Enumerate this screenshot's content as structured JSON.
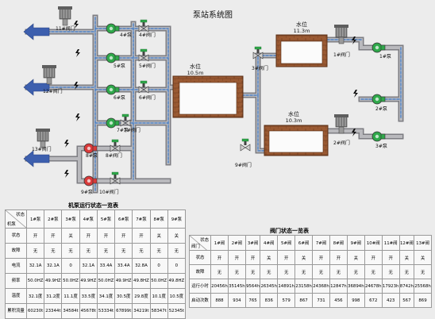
{
  "title": "泵站系统图",
  "tanks": [
    {
      "id": "left",
      "level_label": "水位",
      "level_value": "10.5m"
    },
    {
      "id": "top_right",
      "level_label": "水位",
      "level_value": "11.3m"
    },
    {
      "id": "bottom_right",
      "level_label": "水位",
      "level_value": "10.3m"
    }
  ],
  "pumps": [
    {
      "label": "4#泵",
      "running": true
    },
    {
      "label": "5#泵",
      "running": true
    },
    {
      "label": "6#泵",
      "running": true
    },
    {
      "label": "7#泵",
      "running": true
    },
    {
      "label": "8#泵",
      "running": false
    },
    {
      "label": "9#泵",
      "running": false
    },
    {
      "label": "1#泵",
      "running": true
    },
    {
      "label": "2#泵",
      "running": true
    },
    {
      "label": "3#泵",
      "running": true
    }
  ],
  "valves": [
    "11#阀门",
    "4#阀门",
    "5#阀门",
    "12#阀门",
    "6#阀门",
    "7#阀门",
    "13#阀门",
    "8#阀门",
    "10#阀门",
    "1#阀门",
    "2#阀门",
    "3#阀门",
    "9#阀门"
  ],
  "pump_table": {
    "title": "机泵运行状态一览表",
    "corner_top": "状态",
    "corner_bottom": "机泵",
    "columns": [
      "1#泵",
      "2#泵",
      "3#泵",
      "4#泵",
      "5#泵",
      "6#泵",
      "7#泵",
      "8#泵",
      "9#泵"
    ],
    "rows": [
      {
        "label": "状态",
        "values": [
          "开",
          "开",
          "关",
          "开",
          "开",
          "开",
          "开",
          "关",
          "关"
        ]
      },
      {
        "label": "故障",
        "values": [
          "无",
          "无",
          "无",
          "无",
          "无",
          "无",
          "无",
          "无",
          "无"
        ]
      },
      {
        "label": "电流",
        "values": [
          "32.1A",
          "32.1A",
          "0",
          "32.1A",
          "33.4A",
          "33.4A",
          "32.8A",
          "0",
          "0"
        ]
      },
      {
        "label": "频率",
        "values": [
          "50.0HZ",
          "49.9HZ",
          "50.0HZ",
          "49.9HZ",
          "50.0HZ",
          "49.9HZ",
          "49.8HZ",
          "50.0HZ",
          "49.8HZ"
        ]
      },
      {
        "label": "温度",
        "values": [
          "32.1度",
          "31.2度",
          "11.1度",
          "33.5度",
          "34.1度",
          "30.5度",
          "29.8度",
          "10.1度",
          "10.5度"
        ]
      },
      {
        "label": "累积流量",
        "values": [
          "60230t",
          "23344t",
          "34584t",
          "45678t",
          "53334t",
          "67899t",
          "34219t",
          "58347t",
          "52345t"
        ]
      }
    ]
  },
  "valve_table": {
    "title": "阀门状态一览表",
    "corner_top": "状态",
    "corner_bottom": "阀门",
    "columns": [
      "1#阀",
      "2#阀",
      "3#阀",
      "4#阀",
      "5#阀",
      "6#阀",
      "7#阀",
      "8#阀",
      "9#阀",
      "10#阀",
      "11#阀",
      "12#阀",
      "13#阀"
    ],
    "rows": [
      {
        "label": "状态",
        "values": [
          "开",
          "开",
          "开",
          "关",
          "开",
          "关",
          "开",
          "开",
          "关",
          "开",
          "开",
          "关",
          "关"
        ]
      },
      {
        "label": "故障",
        "values": [
          "无",
          "无",
          "无",
          "无",
          "无",
          "无",
          "无",
          "无",
          "无",
          "无",
          "无",
          "无",
          "无"
        ]
      },
      {
        "label": "运行小时",
        "values": [
          "20456h",
          "35145h",
          "9564h",
          "26345h",
          "14891h",
          "23158h",
          "24368h",
          "12847h",
          "36894h",
          "24678h",
          "17923h",
          "8742h",
          "25568h"
        ]
      },
      {
        "label": "启动次数",
        "values": [
          "888",
          "934",
          "765",
          "836",
          "579",
          "867",
          "731",
          "456",
          "998",
          "672",
          "423",
          "567",
          "869"
        ]
      }
    ]
  },
  "colors": {
    "background": "#ececec",
    "pipe": "#a9a9ad",
    "pipe_edge": "#7d7d82",
    "flow_arrow": "#3d5fae",
    "flow_dash": "#3a78c8",
    "pump_running": "#2fa84a",
    "pump_stopped": "#d93a3a",
    "valve_body": "#c9c9c9"
  }
}
